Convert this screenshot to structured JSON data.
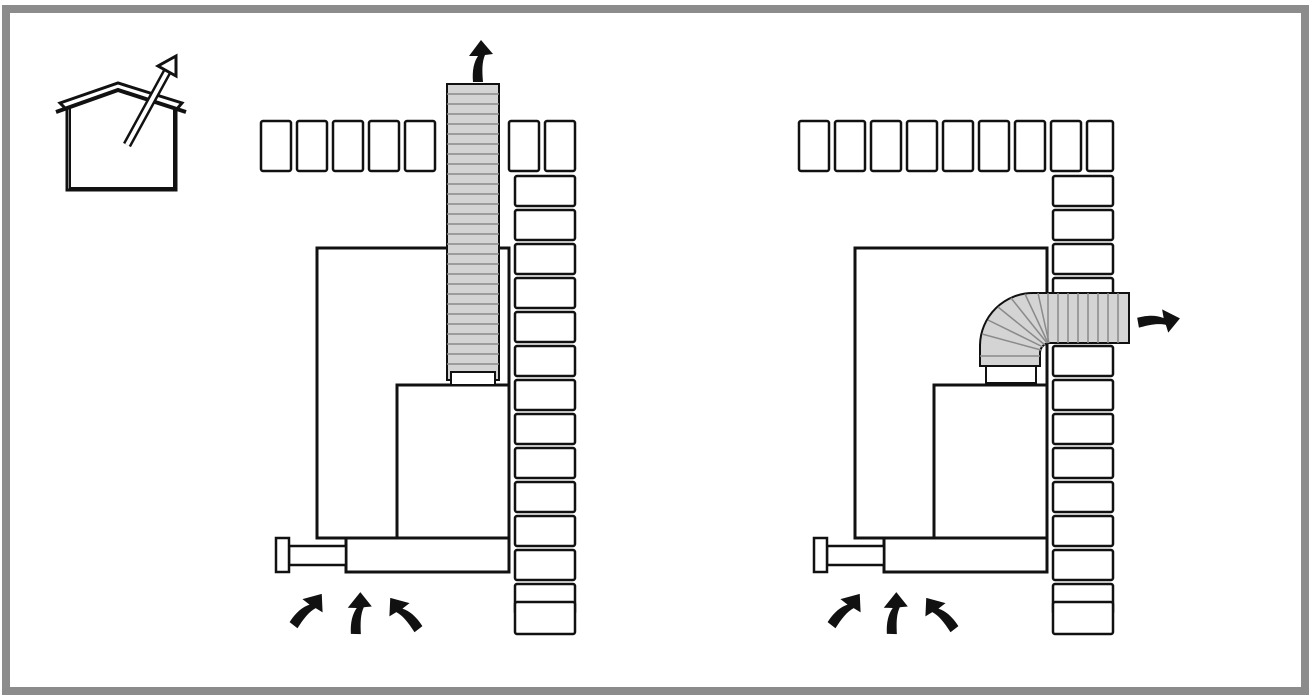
{
  "diagram": {
    "colors": {
      "frame": "#8c8c8c",
      "stroke": "#111111",
      "pipe_fill": "#d4d4d4",
      "pipe_rib": "#8a8a8a",
      "background": "#ffffff"
    },
    "icon": "house-with-roof-vent-arrow-icon",
    "panels": [
      {
        "id": "roof-exhaust",
        "exhaust_direction": "up",
        "airflow_in_arrows": 3
      },
      {
        "id": "wall-exhaust",
        "exhaust_direction": "right",
        "airflow_in_arrows": 3
      }
    ]
  }
}
